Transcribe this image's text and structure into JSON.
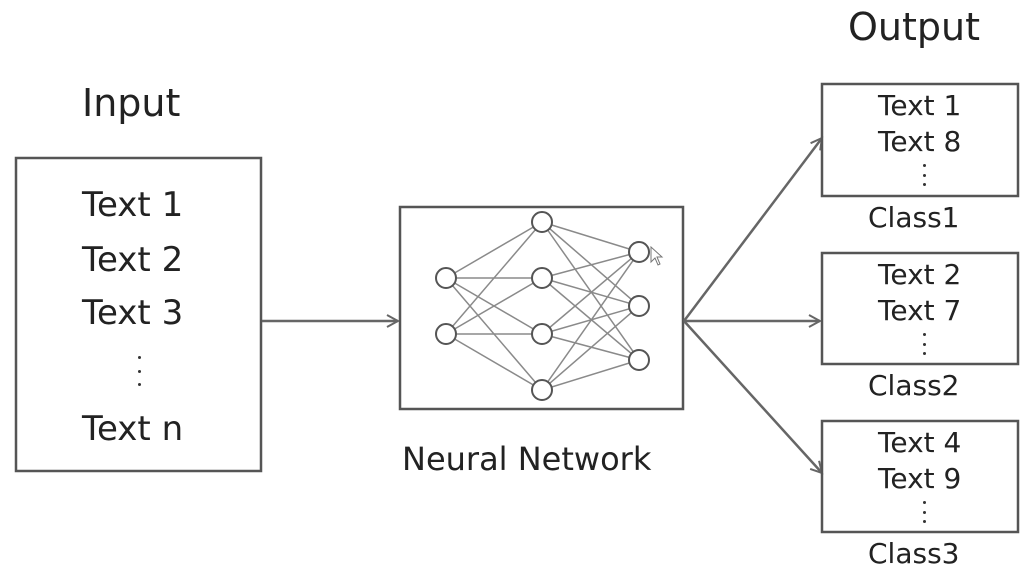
{
  "input": {
    "title": "Input",
    "items": [
      "Text 1",
      "Text 2",
      "Text 3",
      "Text n"
    ]
  },
  "network": {
    "label": "Neural Network",
    "layers": [
      2,
      4,
      3
    ]
  },
  "output": {
    "title": "Output",
    "groups": [
      {
        "items": [
          "Text 1",
          "Text 8"
        ],
        "class_label": "Class1"
      },
      {
        "items": [
          "Text 2",
          "Text 7"
        ],
        "class_label": "Class2"
      },
      {
        "items": [
          "Text 4",
          "Text 9"
        ],
        "class_label": "Class3"
      }
    ]
  },
  "colors": {
    "box_stroke": "#555555",
    "connection": "#8a8a8a",
    "arrow": "#666666",
    "text": "#222222"
  }
}
